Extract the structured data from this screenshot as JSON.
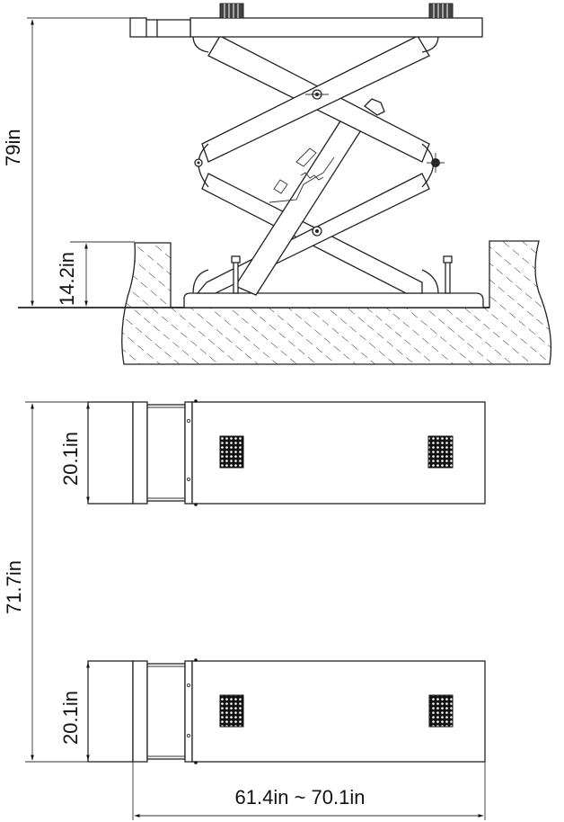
{
  "diagram": {
    "subject": "Scissor lift dimensional drawing",
    "views": [
      {
        "name": "side-elevation",
        "description": "Lift raised with scissor arms, recessed in floor pit"
      },
      {
        "name": "top-plan",
        "description": "Two runway platforms viewed from above"
      }
    ]
  },
  "dimensions": {
    "max_height": "79in",
    "pit_depth": "14.2in",
    "platform_width_top": "20.1in",
    "platform_width_bottom": "20.1in",
    "overall_width": "71.7in",
    "platform_length": "61.4in ~ 70.1in"
  },
  "colors": {
    "line": "#222222",
    "background": "#ffffff",
    "pad": "#111111"
  }
}
